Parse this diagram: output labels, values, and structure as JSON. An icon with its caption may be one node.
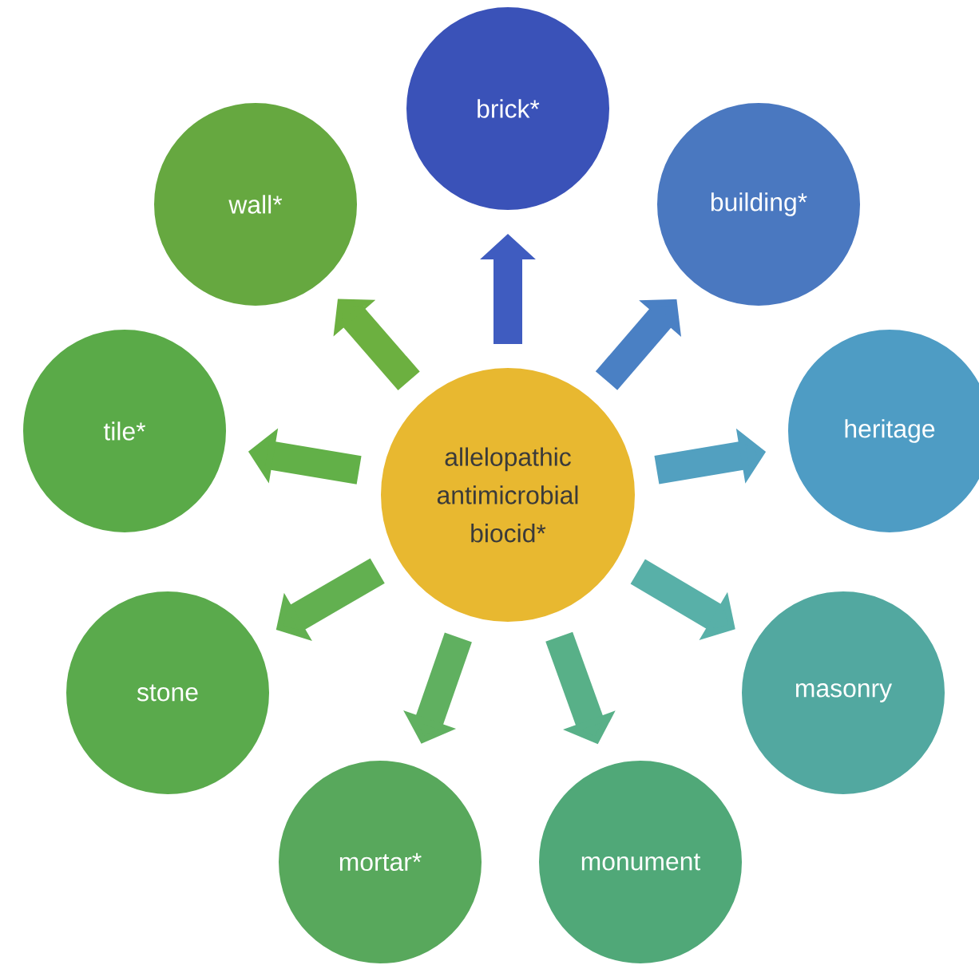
{
  "diagram": {
    "nodes": [
      {
        "text": [
          "allelopathic antimicrobial biocid*"
        ]
      },
      {
        "text": [
          "brick*"
        ]
      },
      {
        "text": [
          "building*"
        ]
      },
      {
        "text": [
          "heritage"
        ]
      },
      {
        "text": [
          "masonry"
        ]
      },
      {
        "text": [
          "monument"
        ]
      },
      {
        "text": [
          "mortar*"
        ]
      },
      {
        "text": [
          "stone"
        ]
      },
      {
        "text": [
          "tile*"
        ]
      },
      {
        "text": [
          "wall*"
        ]
      }
    ],
    "edges": [
      {
        "from": 0,
        "to": 1,
        "arrow": "to",
        "color": "#3f5cc0"
      },
      {
        "from": 0,
        "to": 2,
        "arrow": "to",
        "color": "#4a80c4"
      },
      {
        "from": 0,
        "to": 3,
        "arrow": "to",
        "color": "#52a0c0"
      },
      {
        "from": 0,
        "to": 4,
        "arrow": "to",
        "color": "#58b0a8"
      },
      {
        "from": 0,
        "to": 5,
        "arrow": "to",
        "color": "#58b088"
      },
      {
        "from": 0,
        "to": 6,
        "arrow": "to",
        "color": "#60b060"
      },
      {
        "from": 0,
        "to": 7,
        "arrow": "to",
        "color": "#62b050"
      },
      {
        "from": 0,
        "to": 8,
        "arrow": "to",
        "color": "#62b048"
      },
      {
        "from": 0,
        "to": 9,
        "arrow": "to",
        "color": "#6cb040"
      }
    ]
  }
}
